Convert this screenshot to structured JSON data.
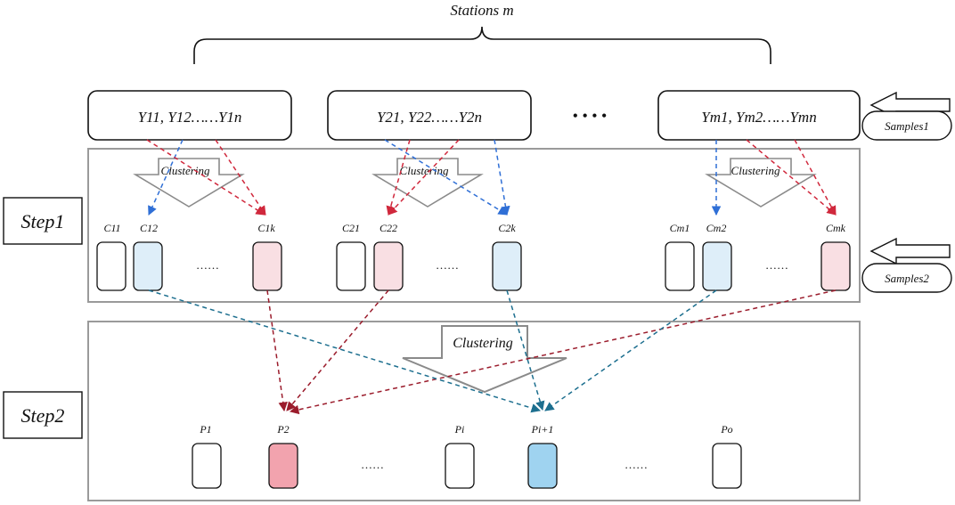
{
  "title": "Stations m",
  "stations": [
    {
      "label": "Y11, Y12……Y1n"
    },
    {
      "label": "Y21, Y22……Y2n"
    },
    {
      "label": "Ym1, Ym2……Ymn"
    }
  ],
  "station_ellipsis": "• • • •",
  "samples1_label": "Samples1",
  "samples2_label": "Samples2",
  "step1_label": "Step1",
  "step2_label": "Step2",
  "clustering_label": "Clustering",
  "group_ellipsis": "……",
  "clusters": [
    [
      "C11",
      "C12",
      "C1k"
    ],
    [
      "C21",
      "C22",
      "C2k"
    ],
    [
      "Cm1",
      "Cm2",
      "Cmk"
    ]
  ],
  "pools": [
    "P1",
    "P2",
    "Pi",
    "Pi+1",
    "Po"
  ],
  "colors": {
    "red_arrow": "#d0283c",
    "blue_arrow": "#2f6fd6",
    "teal_arrow": "#1d6f8f",
    "dark_red_arrow": "#9b1c2c",
    "light_red_fill": "#f9dfe3",
    "light_blue_fill": "#deeef9",
    "red_fill": "#f2a3ae",
    "blue_fill": "#9fd3f0",
    "frame_gray": "#9a9a9a"
  }
}
